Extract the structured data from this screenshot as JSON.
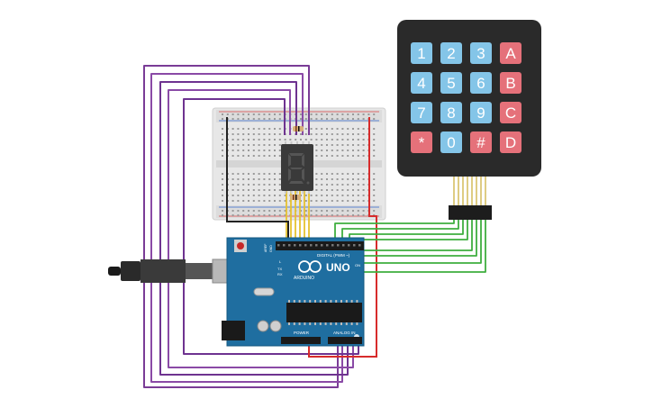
{
  "colors": {
    "board": "#1f6ea0",
    "breadboard": "#e6e6e6",
    "keypad_body": "#2a2a2a",
    "key_blue": "#84c5e8",
    "key_red": "#e5717a",
    "wire_purple": "#7a3c96",
    "wire_yellow": "#e6c230",
    "wire_green": "#3fae3f",
    "wire_red": "#d72b2b",
    "wire_black": "#222222",
    "segment_display": "#3a3a3a"
  },
  "keypad": {
    "rows": [
      [
        "1",
        "2",
        "3",
        "A"
      ],
      [
        "4",
        "5",
        "6",
        "B"
      ],
      [
        "7",
        "8",
        "9",
        "C"
      ],
      [
        "*",
        "0",
        "#",
        "D"
      ]
    ],
    "red_keys": [
      "A",
      "B",
      "C",
      "D",
      "*",
      "#"
    ]
  },
  "display": {
    "digit": "8"
  },
  "arduino": {
    "model": "UNO",
    "brand": "ARDUINO",
    "digital_label": "DIGITAL (PWM ~)",
    "power_label": "POWER",
    "analog_label": "ANALOG IN",
    "aref_label": "AREF",
    "gnd_label": "GND",
    "tx_label": "TX",
    "rx_label": "RX",
    "on_label": "ON",
    "l_label": "L"
  },
  "icons": {
    "usb": "usb-connector-icon",
    "barrel": "barrel-jack-icon",
    "reset": "reset-button-icon",
    "logo": "arduino-logo-icon"
  }
}
